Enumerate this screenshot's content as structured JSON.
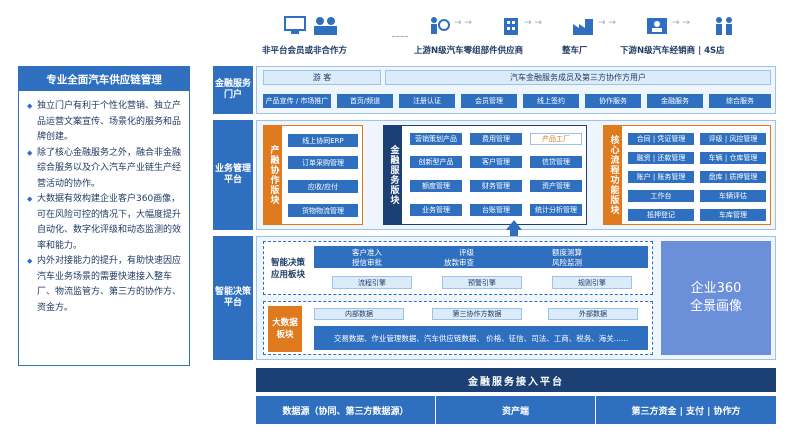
{
  "top": {
    "left_label": "非平台会员或非合作方",
    "chain_labels": [
      "上游N级汽车零组部件供应商",
      "整车厂",
      "下游N级汽车经销商 | 4S店"
    ]
  },
  "left_panel": {
    "title": "专业全面汽车供应链管理",
    "items": [
      "独立门户有利于个性化营销、独立产品运营文案宣传、场景化的服务和品牌创建。",
      "除了核心金融服务之外，融合非金融综合服务以及介入汽车产业链生产经营活动的协作。",
      "大数据有效构建企业客户360画像，可在风险可控的情况下，大幅度提升自动化、数字化评级和动态监测的效率和能力。",
      "内外对接能力的提升，有助快速因应汽车业务场景的需要快速接入整车厂、物流监管方、第三方的协作方、资金方。"
    ]
  },
  "portal": {
    "label": "金融服务门户",
    "guest": "游  客",
    "members": "汽车金融服务成员及第三方协作方用户",
    "items": [
      "产品宣传 / 市场推广",
      "首页/频道",
      "注册认证",
      "会员管理",
      "线上签约",
      "协作服务",
      "金融服务",
      "综合服务"
    ]
  },
  "business": {
    "label": "业务管理平台",
    "chanrong": {
      "title": "产融协作版块",
      "items": [
        "线上协同ERP",
        "订单采购管理",
        "应收/应付",
        "货物物流管理"
      ]
    },
    "jinrong": {
      "title": "金融服务版块",
      "items": [
        "营销策划产品",
        "费用管理",
        "产品工厂",
        "创新型产品",
        "客户管理",
        "信贷管理",
        "额度管理",
        "财务管理",
        "资产管理",
        "业务管理",
        "台账管理",
        "统计分析管理"
      ]
    },
    "hexin": {
      "title": "核心流程功能版块",
      "items": [
        "合同 | 凭证管理",
        "评级 | 风控管理",
        "融资 | 还款管理",
        "车辆 | 仓库管理",
        "账户 | 账务管理",
        "盘库 | 质押管理",
        "工作台",
        "车辆评估",
        "抵押登记",
        "车库管理"
      ]
    }
  },
  "decision": {
    "label": "智能决策平台",
    "app_title": "智能决策应用板块",
    "app_items": [
      [
        "客户准入",
        "授信审批"
      ],
      [
        "评级",
        "放款审查"
      ],
      [
        "额度测算",
        "风险监测"
      ]
    ],
    "app_engines": [
      "流程引擎",
      "预警引擎",
      "规则引擎"
    ],
    "bigdata_title": "大数据板块",
    "bigdata_tags": [
      "内部数据",
      "第三协作方数据",
      "外部数据"
    ],
    "bigdata_detail": "交易数据、作业管理数据、汽车供应链数据、 价格、征信、司法、工商、税务、海关......",
    "portrait": [
      "企业360",
      "全景画像"
    ]
  },
  "access": {
    "label": "金融服务接入平台"
  },
  "bottom": [
    "数据源（协同、第三方数据源）",
    "资产端",
    "第三方资金 | 支付 | 协作方"
  ],
  "colors": {
    "primary": "#2f6fc0",
    "dark": "#1c3f74",
    "orange": "#e07a1f",
    "grey": "#7a8898"
  }
}
